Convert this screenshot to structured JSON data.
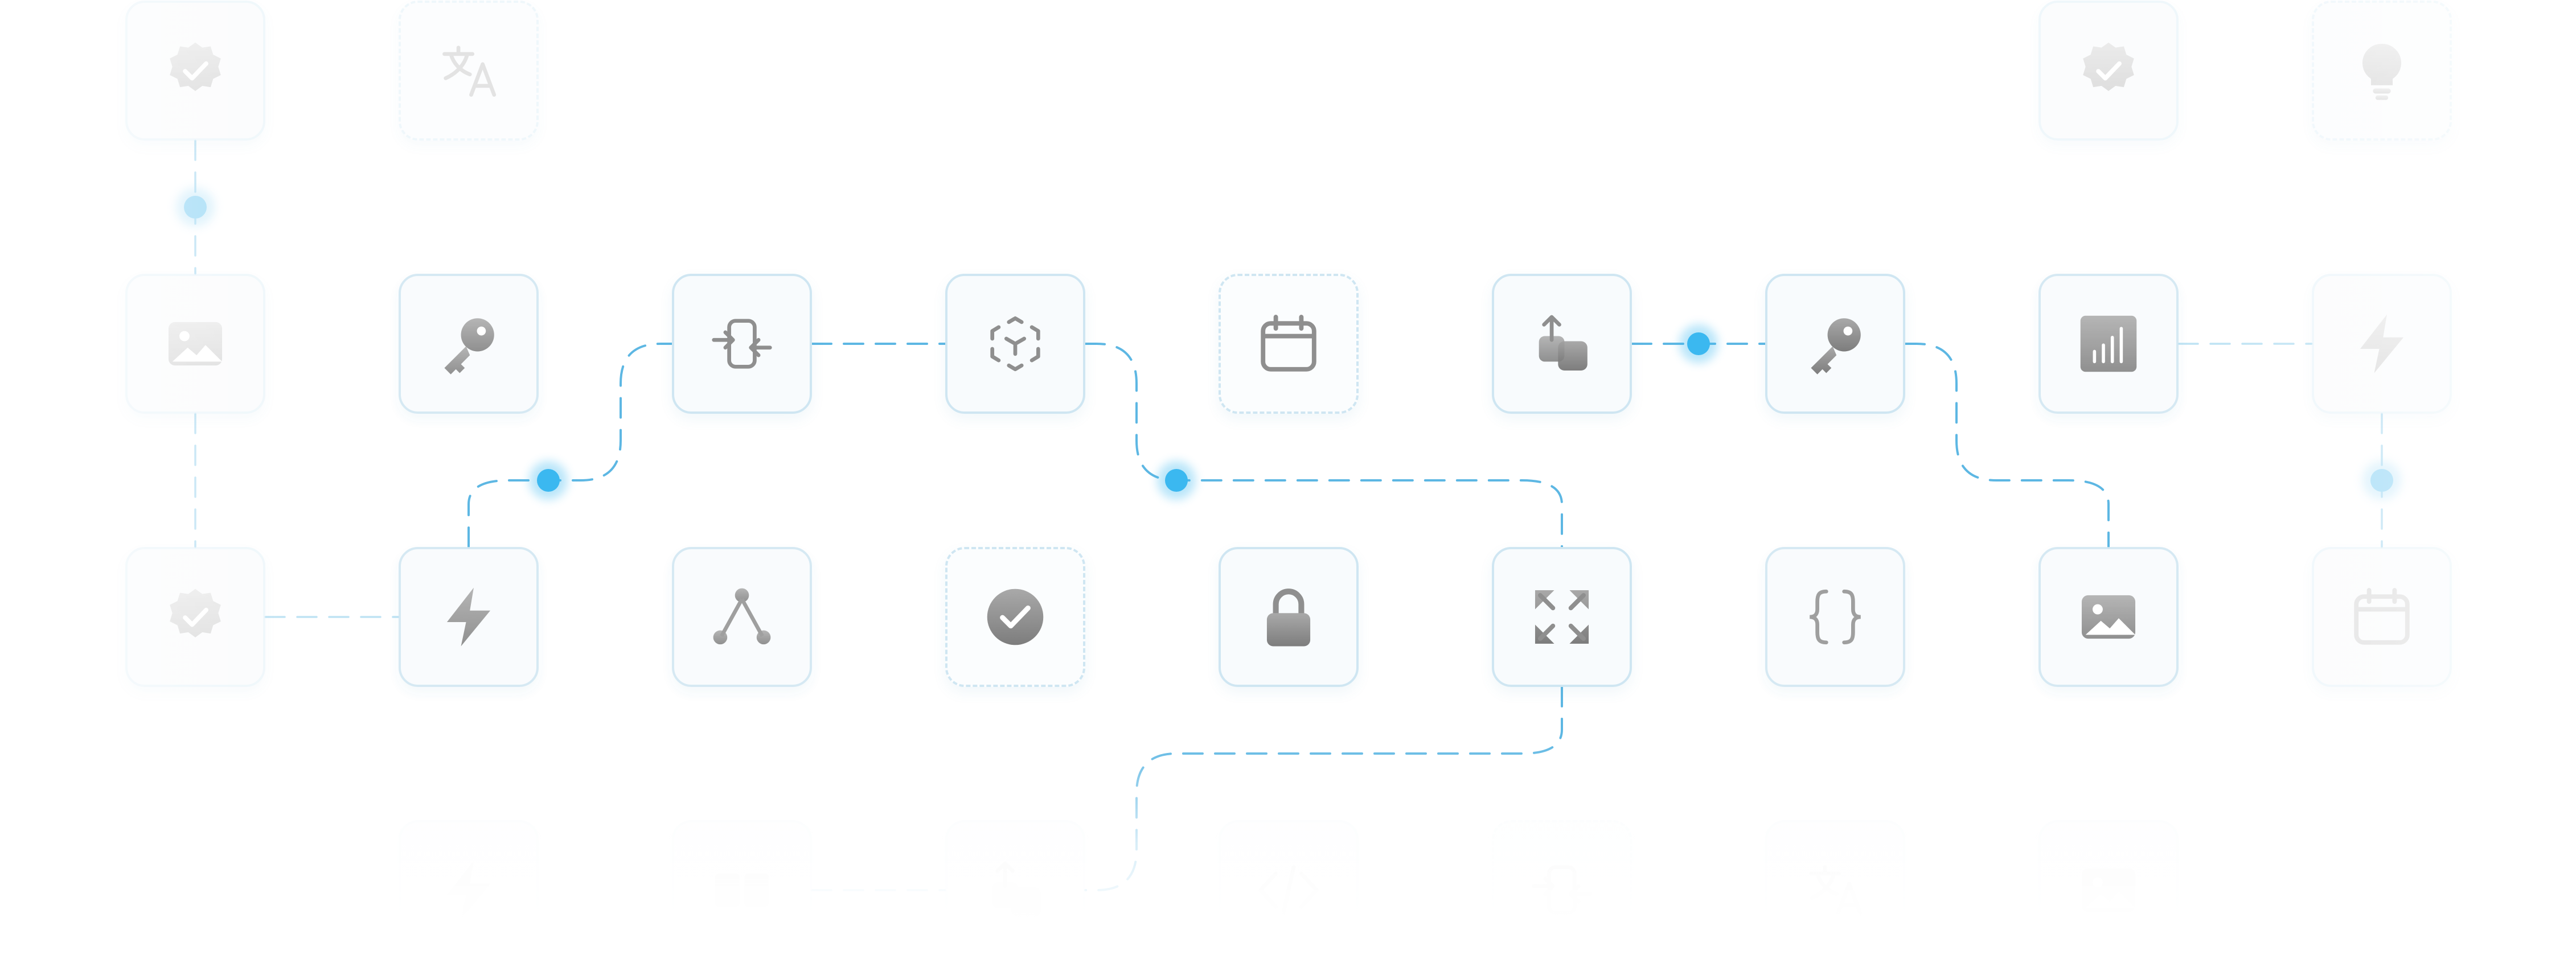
{
  "palette": {
    "wire": "#5db7e3",
    "wire_faint": "#bfe3f4",
    "dot": "#3bb8f0",
    "dot_faint": "#a9def7",
    "icon_dark": "#8f8f8f",
    "icon_light": "#cfcfcf"
  },
  "nodes": [
    {
      "id": "n00",
      "icon": "verified-badge-icon",
      "col": 0,
      "row": 0,
      "style": "solid",
      "tone": "faint"
    },
    {
      "id": "n01",
      "icon": "translate-icon",
      "col": 1,
      "row": 0,
      "style": "dashed",
      "tone": "faint"
    },
    {
      "id": "n07",
      "icon": "verified-badge-icon",
      "col": 7,
      "row": 0,
      "style": "solid",
      "tone": "faint"
    },
    {
      "id": "n08",
      "icon": "lightbulb-icon",
      "col": 8,
      "row": 0,
      "style": "dashed",
      "tone": "faint"
    },
    {
      "id": "n10",
      "icon": "image-icon",
      "col": 0,
      "row": 1,
      "style": "solid",
      "tone": "faint"
    },
    {
      "id": "n11",
      "icon": "key-icon",
      "col": 1,
      "row": 1,
      "style": "solid",
      "tone": "mid"
    },
    {
      "id": "n12",
      "icon": "sync-icon",
      "col": 2,
      "row": 1,
      "style": "solid",
      "tone": "strong"
    },
    {
      "id": "n13",
      "icon": "cube-scan-icon",
      "col": 3,
      "row": 1,
      "style": "solid",
      "tone": "strong"
    },
    {
      "id": "n14",
      "icon": "calendar-icon",
      "col": 4,
      "row": 1,
      "style": "dashed",
      "tone": "strong"
    },
    {
      "id": "n15",
      "icon": "share-upload-icon",
      "col": 5,
      "row": 1,
      "style": "solid",
      "tone": "strong"
    },
    {
      "id": "n16",
      "icon": "key-icon",
      "col": 6,
      "row": 1,
      "style": "solid",
      "tone": "strong"
    },
    {
      "id": "n17",
      "icon": "bar-chart-icon",
      "col": 7,
      "row": 1,
      "style": "solid",
      "tone": "mid"
    },
    {
      "id": "n18",
      "icon": "lightning-icon",
      "col": 8,
      "row": 1,
      "style": "solid",
      "tone": "faint"
    },
    {
      "id": "n20",
      "icon": "verified-badge-icon",
      "col": 0,
      "row": 2,
      "style": "solid",
      "tone": "faint"
    },
    {
      "id": "n21",
      "icon": "lightning-icon",
      "col": 1,
      "row": 2,
      "style": "solid",
      "tone": "mid"
    },
    {
      "id": "n22",
      "icon": "branch-icon",
      "col": 2,
      "row": 2,
      "style": "solid",
      "tone": "mid"
    },
    {
      "id": "n23",
      "icon": "check-circle-icon",
      "col": 3,
      "row": 2,
      "style": "dashed",
      "tone": "strong"
    },
    {
      "id": "n24",
      "icon": "lock-icon",
      "col": 4,
      "row": 2,
      "style": "solid",
      "tone": "strong"
    },
    {
      "id": "n25",
      "icon": "expand-icon",
      "col": 5,
      "row": 2,
      "style": "solid",
      "tone": "strong"
    },
    {
      "id": "n26",
      "icon": "braces-icon",
      "col": 6,
      "row": 2,
      "style": "solid",
      "tone": "mid"
    },
    {
      "id": "n27",
      "icon": "image-icon",
      "col": 7,
      "row": 2,
      "style": "solid",
      "tone": "mid"
    },
    {
      "id": "n28",
      "icon": "calendar-icon",
      "col": 8,
      "row": 2,
      "style": "solid",
      "tone": "faint"
    },
    {
      "id": "n31",
      "icon": "lightning-icon",
      "col": 1,
      "row": 3,
      "style": "solid",
      "tone": "ghost"
    },
    {
      "id": "n32",
      "icon": "grid-blocks-icon",
      "col": 2,
      "row": 3,
      "style": "solid",
      "tone": "ghost"
    },
    {
      "id": "n33",
      "icon": "share-upload-icon",
      "col": 3,
      "row": 3,
      "style": "solid",
      "tone": "ghost"
    },
    {
      "id": "n34",
      "icon": "code-icon",
      "col": 4,
      "row": 3,
      "style": "solid",
      "tone": "ghost"
    },
    {
      "id": "n35",
      "icon": "sync-icon",
      "col": 5,
      "row": 3,
      "style": "dashed",
      "tone": "ghost"
    },
    {
      "id": "n36",
      "icon": "translate-icon",
      "col": 6,
      "row": 3,
      "style": "solid",
      "tone": "ghost"
    },
    {
      "id": "n37",
      "icon": "image-icon",
      "col": 7,
      "row": 3,
      "style": "solid",
      "tone": "ghost"
    }
  ],
  "connections": [
    {
      "id": "c-n00-n10",
      "from": "n00",
      "to": "n10",
      "tone": "faint",
      "dot": "faint"
    },
    {
      "id": "c-n10-n20",
      "from": "n10",
      "to": "n20",
      "tone": "faint"
    },
    {
      "id": "c-n20-n21",
      "from": "n20",
      "to": "n21",
      "tone": "faint"
    },
    {
      "id": "c-n21-n12",
      "from": "n21",
      "to": "n12",
      "tone": "strong",
      "dot": "strong"
    },
    {
      "id": "c-n12-n13",
      "from": "n12",
      "to": "n13",
      "tone": "strong"
    },
    {
      "id": "c-n13-n25",
      "from": "n13",
      "to": "n25",
      "tone": "strong",
      "dot": "strong"
    },
    {
      "id": "c-n15-n16",
      "from": "n15",
      "to": "n16",
      "tone": "strong",
      "dot": "strong"
    },
    {
      "id": "c-n16-n27",
      "from": "n16",
      "to": "n27",
      "tone": "strong"
    },
    {
      "id": "c-n17-n18",
      "from": "n17",
      "to": "n18",
      "tone": "faint"
    },
    {
      "id": "c-n18-n28",
      "from": "n18",
      "to": "n28",
      "tone": "faint",
      "dot": "faint"
    },
    {
      "id": "c-n25-n33",
      "from": "n25",
      "to": "n33",
      "tone": "strong"
    },
    {
      "id": "c-n32-n33",
      "from": "n32",
      "to": "n33",
      "tone": "faint"
    }
  ]
}
